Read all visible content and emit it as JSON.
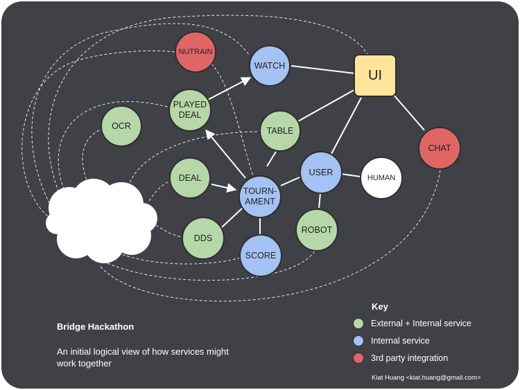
{
  "diagram": {
    "nodes": {
      "nutrain": "NUTRAIN",
      "watch": "WATCH",
      "ui": "UI",
      "played_deal": "PLAYED\nDEAL",
      "ocr": "OCR",
      "table": "TABLE",
      "chat": "CHAT",
      "deal": "DEAL",
      "tournament": "TOURN-\nAMENT",
      "user": "USER",
      "human": "HUMAN",
      "robot": "ROBOT",
      "dds": "DDS",
      "score": "SCORE"
    },
    "colors": {
      "background": "#3f4146",
      "external_internal": "#b6d7a8",
      "internal": "#a4c2f4",
      "third_party": "#e06666",
      "ui": "#ffe599",
      "human": "#ffffff"
    }
  },
  "caption": {
    "title": "Bridge Hackathon",
    "subtitle": "An initial logical view of how services might work together"
  },
  "key": {
    "title": "Key",
    "items": [
      {
        "label": "External + Internal service",
        "color": "#b6d7a8"
      },
      {
        "label": "Internal service",
        "color": "#a4c2f4"
      },
      {
        "label": "3rd party integration",
        "color": "#e06666"
      }
    ]
  },
  "credit": "Kiat Huang <kiat.huang@gmail.com>"
}
